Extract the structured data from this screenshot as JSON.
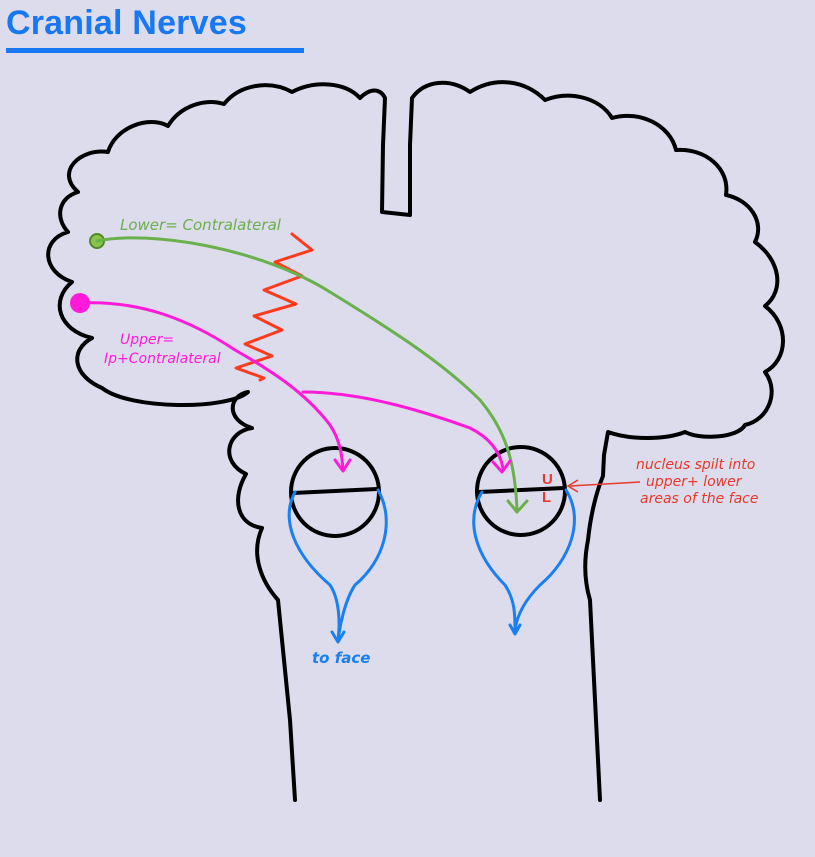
{
  "page": {
    "title": "Cranial Nerves"
  },
  "labels": {
    "lower": "Lower= Contralateral",
    "upper_line1": "Upper=",
    "upper_line2": "Ip+Contralateral",
    "to_face": "to face",
    "nucleus_line1": "nucleus spilt into",
    "nucleus_line2": "upper+ lower",
    "nucleus_line3": "areas of the face",
    "u_mark": "U",
    "l_mark": "L"
  },
  "colors": {
    "title": "#1877f2",
    "background": "#dcdcec",
    "outline": "#000000",
    "lower_path": "#6ab04c",
    "upper_path": "#ff1ad9",
    "lesion": "#ff3b1f",
    "nerve": "#1a7ff0",
    "annotation": "#e8392a"
  }
}
